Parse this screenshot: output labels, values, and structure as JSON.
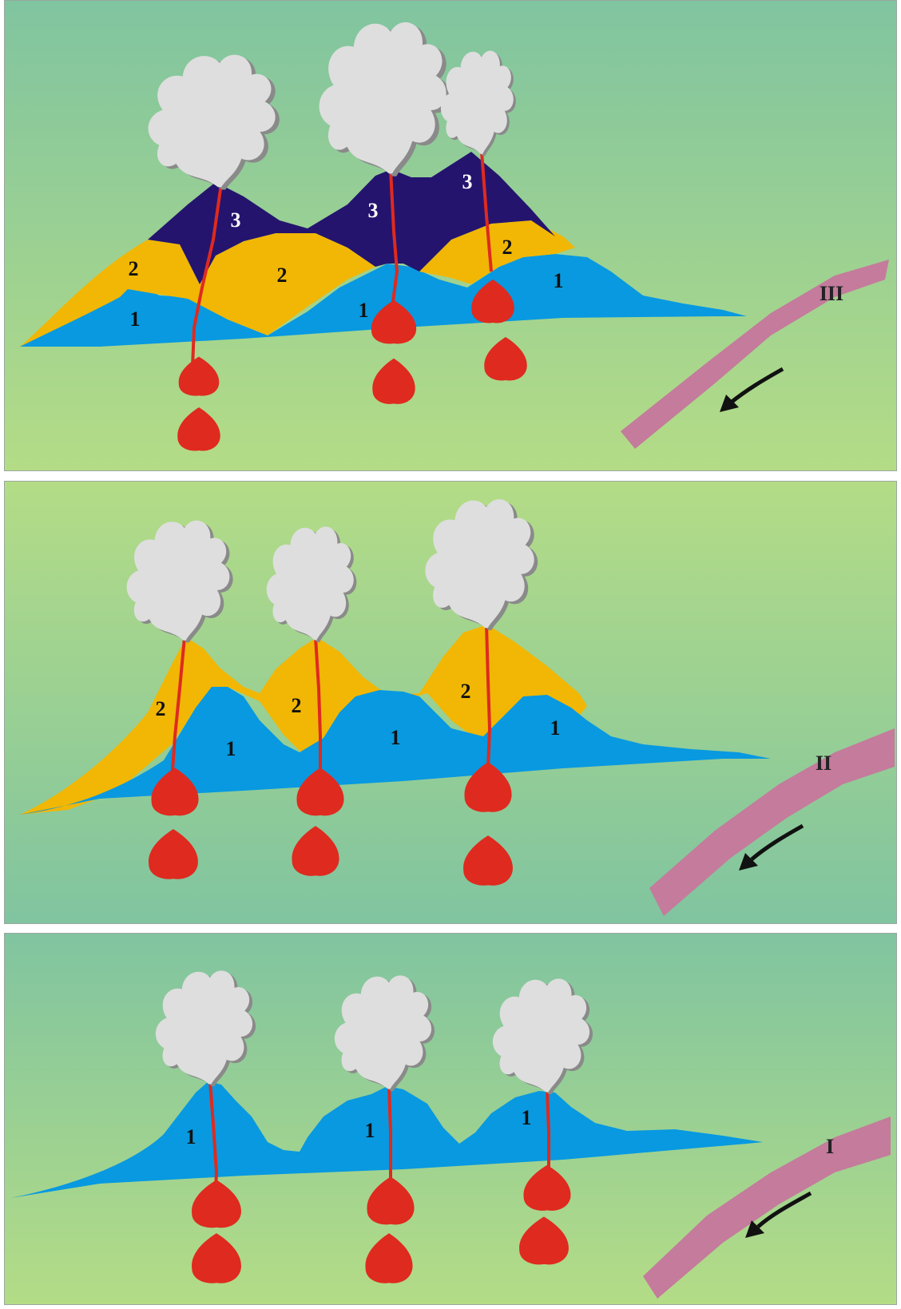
{
  "colors": {
    "panel_top": "#80c4a0",
    "panel_bottom": "#b4dc86",
    "stage_1": "#0899e0",
    "stage_2": "#f1b704",
    "stage_3": "#24146e",
    "magma": "#df2a1f",
    "slab": "#c47b9c",
    "ash": "#dedede",
    "ash_shadow": "#8a8a8a",
    "arrow": "#111111"
  },
  "icons": {
    "plume": "ash-plume-icon",
    "arrow": "subduction-arrow-icon"
  },
  "panels": [
    {
      "slab_label": "III",
      "layer_labels": [
        "1",
        "1",
        "1",
        "2",
        "2",
        "2",
        "3",
        "3",
        "3"
      ]
    },
    {
      "slab_label": "II",
      "layer_labels": [
        "1",
        "1",
        "1",
        "2",
        "2",
        "2"
      ]
    },
    {
      "slab_label": "I",
      "layer_labels": [
        "1",
        "1",
        "1"
      ]
    }
  ]
}
